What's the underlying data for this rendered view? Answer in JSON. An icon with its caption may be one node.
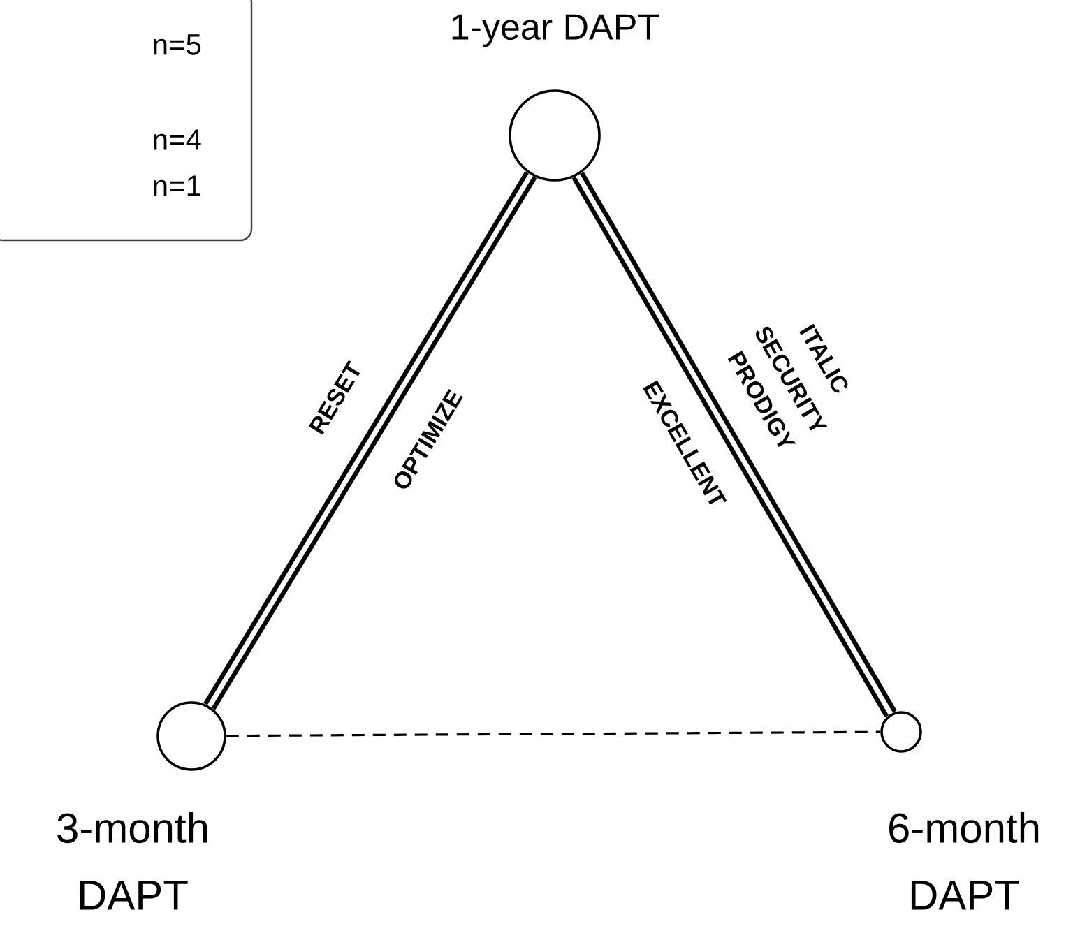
{
  "diagram": {
    "nodes": [
      {
        "text": [
          "n=5",
          "n=4",
          "n=1"
        ]
      },
      {
        "text": [
          "1-year DAPT"
        ]
      },
      {
        "text": [
          "3-month DAPT"
        ]
      },
      {
        "text": [
          "6-month DAPT"
        ]
      }
    ],
    "edges": [
      {
        "from": 1,
        "to": 2,
        "arrow": "none"
      },
      {
        "from": 1,
        "to": 3,
        "arrow": "none"
      },
      {
        "from": 2,
        "to": 3,
        "arrow": "none",
        "style": "dashed"
      }
    ],
    "labels": [
      "RESET",
      "OPTIMIZE",
      "ITALIC",
      "SECURITY",
      "PRODIGY",
      "EXCELLENT"
    ]
  }
}
